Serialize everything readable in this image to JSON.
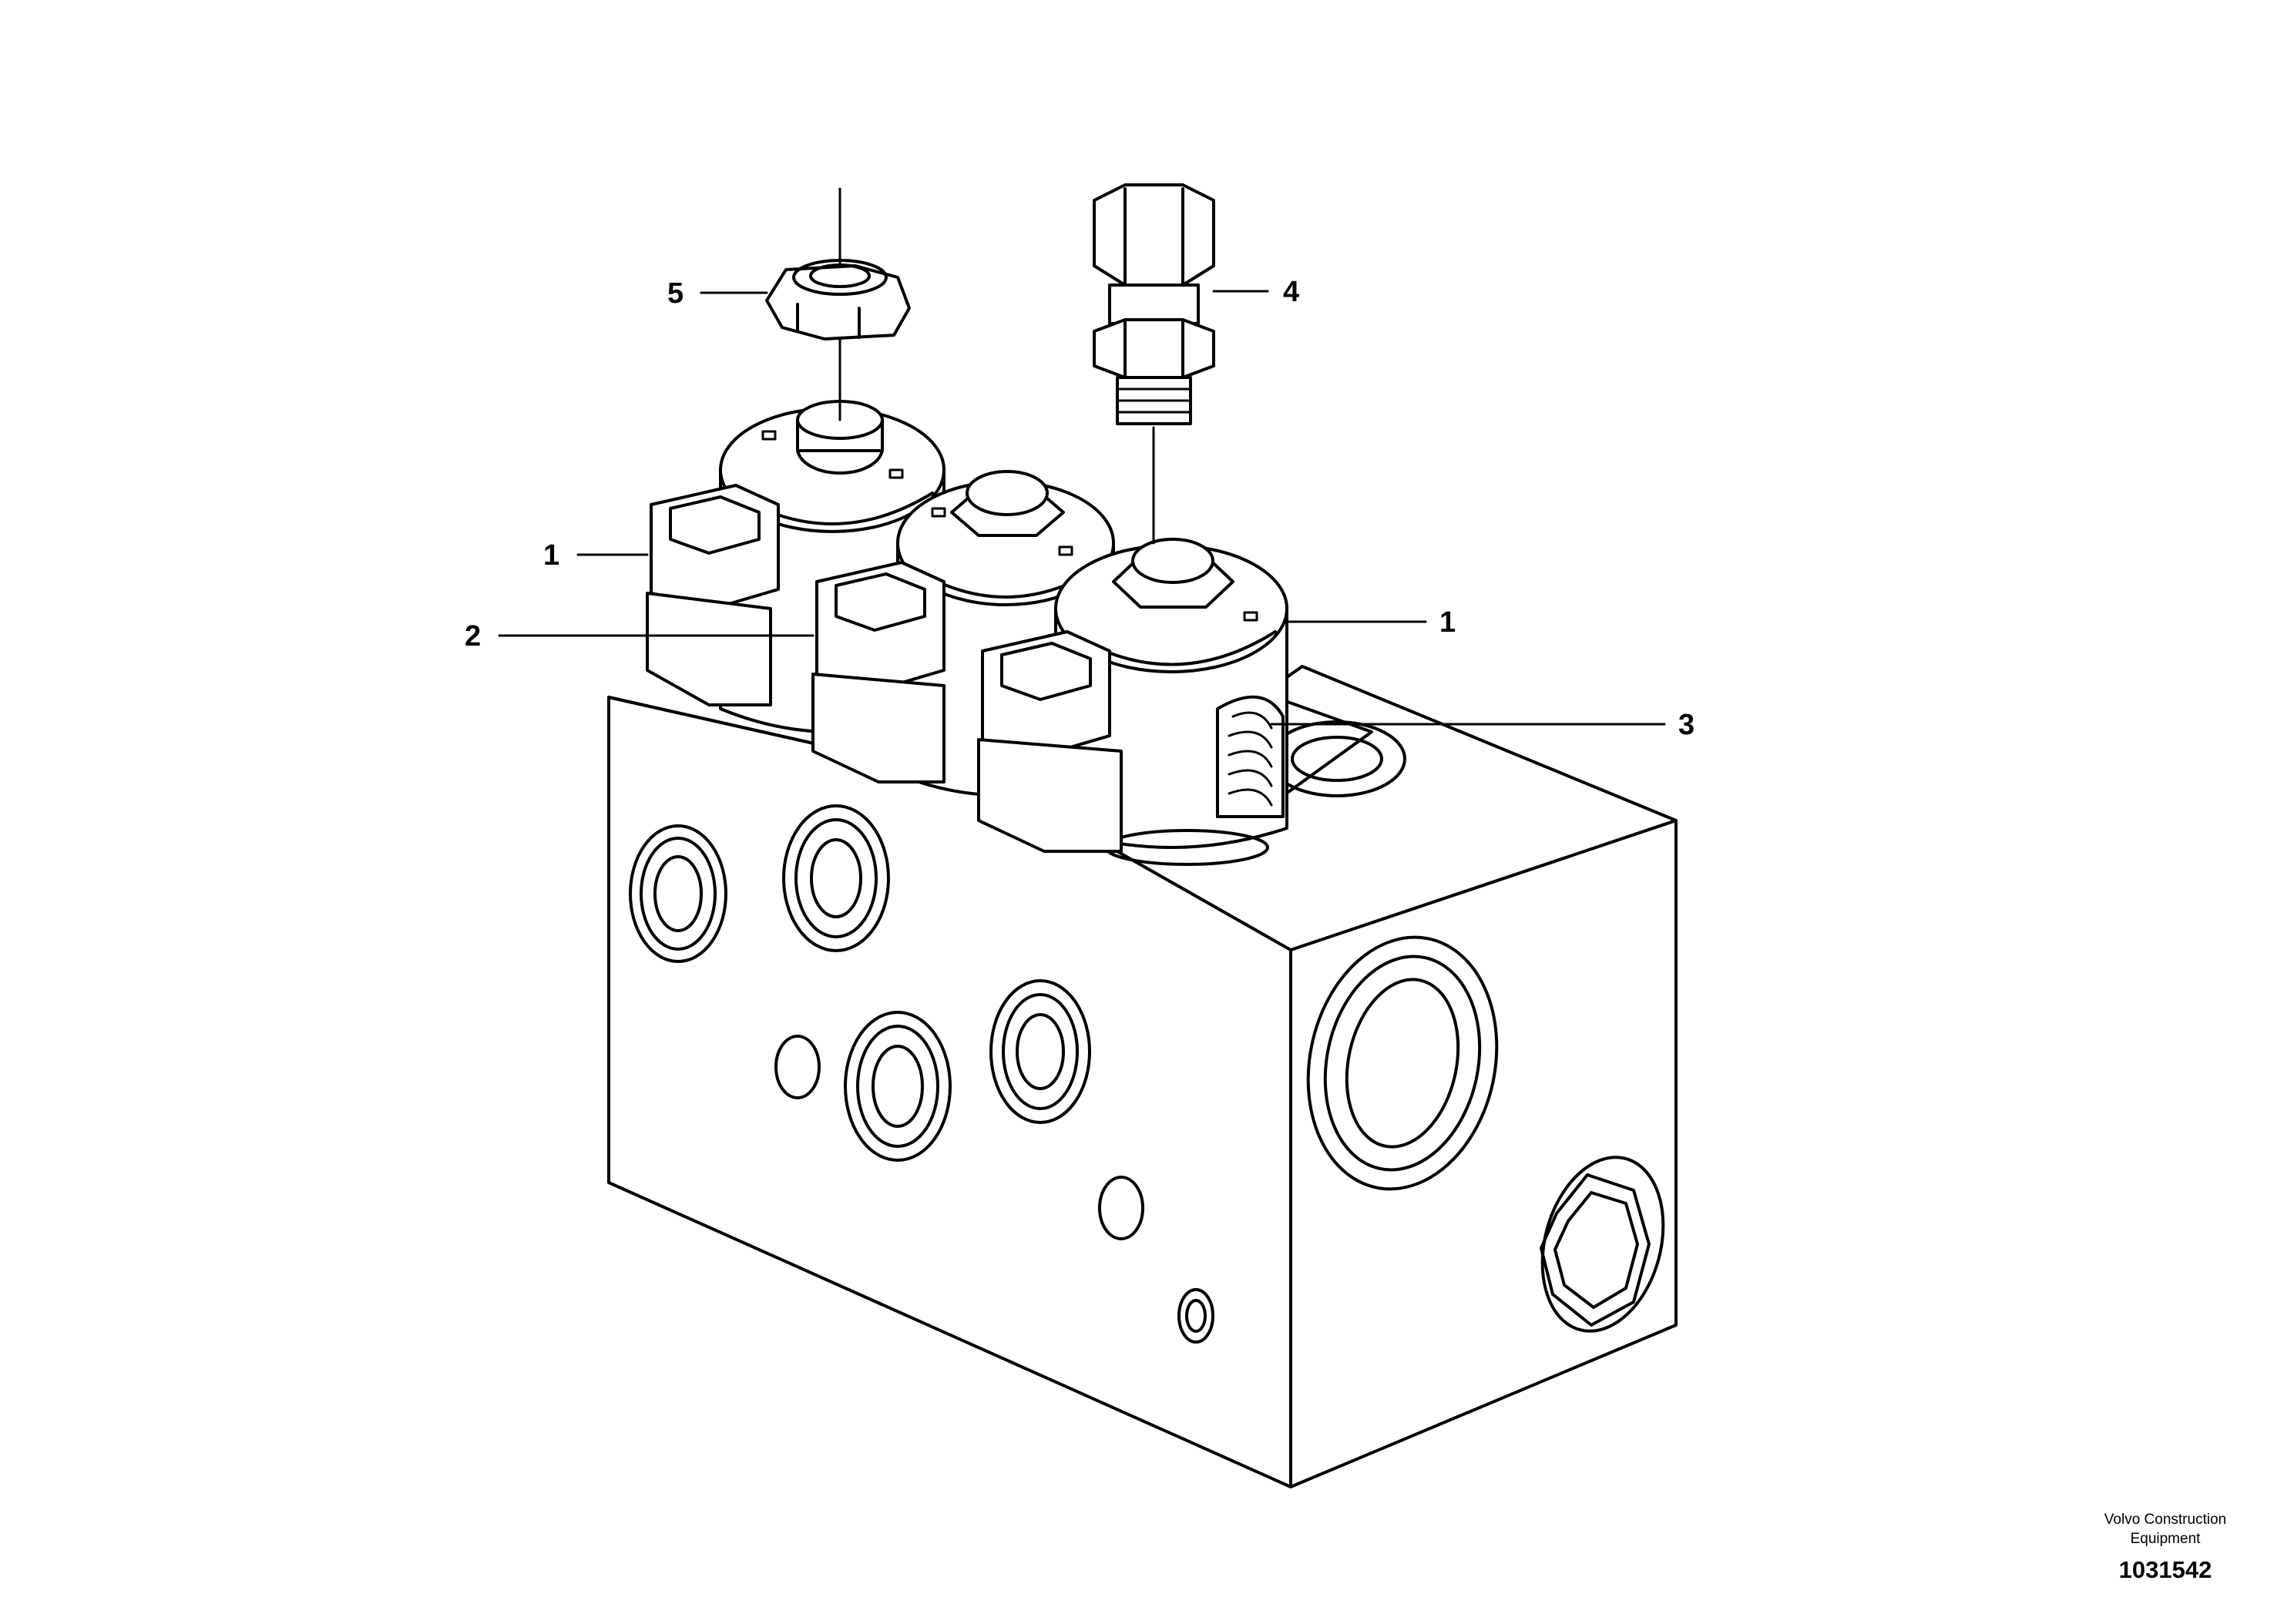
{
  "callouts": {
    "c1a": "1",
    "c2": "2",
    "c5": "5",
    "c4": "4",
    "c1b": "1",
    "c3": "3"
  },
  "brand": {
    "line1": "Volvo Construction",
    "line2": "Equipment"
  },
  "drawing_number": "1031542"
}
